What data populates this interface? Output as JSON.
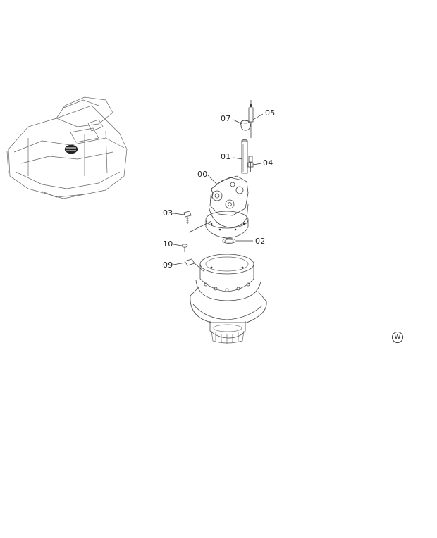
{
  "callouts": {
    "c05": "05",
    "c07": "07",
    "c01": "01",
    "c04": "04",
    "c00": "00",
    "c03": "03",
    "c02": "02",
    "c10": "10",
    "c09": "09"
  },
  "stamp": "W",
  "icons": {
    "overview": "excavator-overview-icon",
    "stamp": "w-circle-icon"
  }
}
